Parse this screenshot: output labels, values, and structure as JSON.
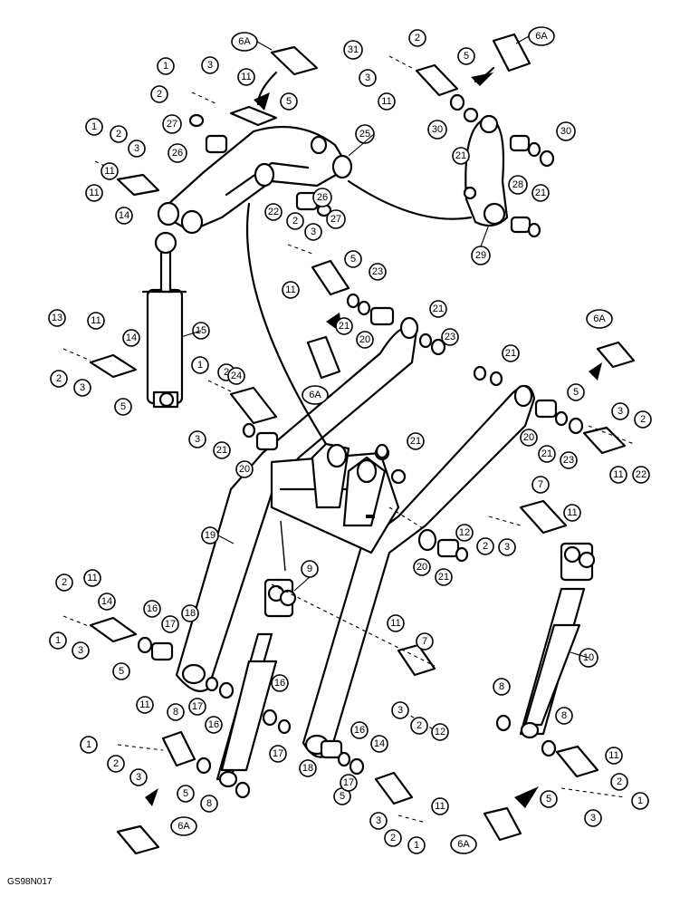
{
  "figure_code": "GS98N017",
  "callouts": [
    {
      "id": "c-6a-a",
      "label": "6A"
    },
    {
      "id": "c-6a-b",
      "label": "6A"
    },
    {
      "id": "c-6a-c",
      "label": "6A"
    },
    {
      "id": "c-6a-d",
      "label": "6A"
    },
    {
      "id": "c-6a-e",
      "label": "6A"
    },
    {
      "id": "c-6a-f",
      "label": "6A"
    },
    {
      "id": "c-1",
      "label": "1"
    },
    {
      "id": "c-2",
      "label": "2"
    },
    {
      "id": "c-3",
      "label": "3"
    },
    {
      "id": "c-5",
      "label": "5"
    },
    {
      "id": "c-7",
      "label": "7"
    },
    {
      "id": "c-8",
      "label": "8"
    },
    {
      "id": "c-9",
      "label": "9"
    },
    {
      "id": "c-10",
      "label": "10"
    },
    {
      "id": "c-11",
      "label": "11"
    },
    {
      "id": "c-12",
      "label": "12"
    },
    {
      "id": "c-13",
      "label": "13"
    },
    {
      "id": "c-14",
      "label": "14"
    },
    {
      "id": "c-15",
      "label": "15"
    },
    {
      "id": "c-16",
      "label": "16"
    },
    {
      "id": "c-17",
      "label": "17"
    },
    {
      "id": "c-18",
      "label": "18"
    },
    {
      "id": "c-19",
      "label": "19"
    },
    {
      "id": "c-20",
      "label": "20"
    },
    {
      "id": "c-21",
      "label": "21"
    },
    {
      "id": "c-22",
      "label": "22"
    },
    {
      "id": "c-23",
      "label": "23"
    },
    {
      "id": "c-24",
      "label": "24"
    },
    {
      "id": "c-25",
      "label": "25"
    },
    {
      "id": "c-26",
      "label": "26"
    },
    {
      "id": "c-27",
      "label": "27"
    },
    {
      "id": "c-28",
      "label": "28"
    },
    {
      "id": "c-29",
      "label": "29"
    },
    {
      "id": "c-30",
      "label": "30"
    },
    {
      "id": "c-31",
      "label": "31"
    }
  ]
}
